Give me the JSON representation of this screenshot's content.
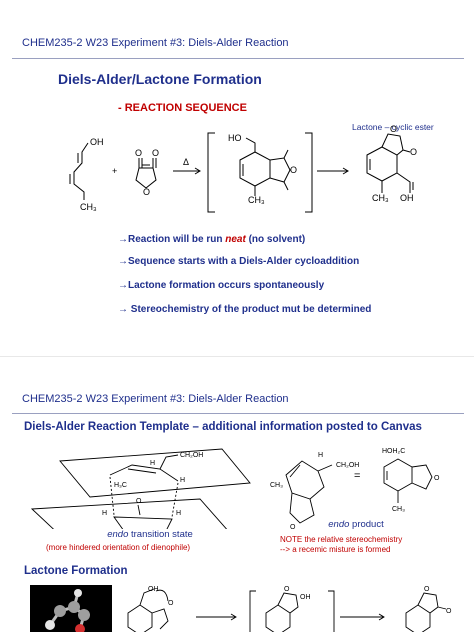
{
  "slide1": {
    "header": "CHEM235-2 W23 Experiment #3:  Diels-Alder Reaction",
    "title": "Diels-Alder/Lactone Formation",
    "subtitle": "- REACTION SEQUENCE",
    "product_label": "Lactone – cyclic ester",
    "scheme": {
      "plus": "+",
      "delta": "Δ",
      "oh": "OH",
      "ho": "HO",
      "ch3": "CH₃",
      "o": "O"
    },
    "bullets": [
      {
        "pre": "Reaction will be run ",
        "em": "neat",
        "post": " (no solvent)"
      },
      {
        "pre": "Sequence starts with a Diels-Alder cycloaddition",
        "em": "",
        "post": ""
      },
      {
        "pre": "Lactone formation occurs spontaneously",
        "em": "",
        "post": ""
      },
      {
        "pre": " Stereochemistry of the product mut be determined",
        "em": "",
        "post": ""
      }
    ]
  },
  "slide2": {
    "header": "CHEM235-2 W23 Experiment #3:  Diels-Alder Reaction",
    "title": "Diels-Alder Reaction Template – additional information posted to Canvas",
    "ts_label_em": "endo",
    "ts_label": " transition state",
    "ts_note": "(more hindered orientation of dienophile)",
    "product_em": "endo",
    "product_label": " product",
    "note_line1": "NOTE the relative stereochemistry",
    "note_line2": "--> a recemic misture is formed",
    "equals": "=",
    "lactone_heading": "Lactone Formation",
    "labels": {
      "ch2oh": "CH₂OH",
      "h": "H",
      "h3c": "H₃C",
      "hoh2c": "HOH₂C",
      "ch3": "CH₃",
      "oh": "OH",
      "o": "O"
    }
  }
}
